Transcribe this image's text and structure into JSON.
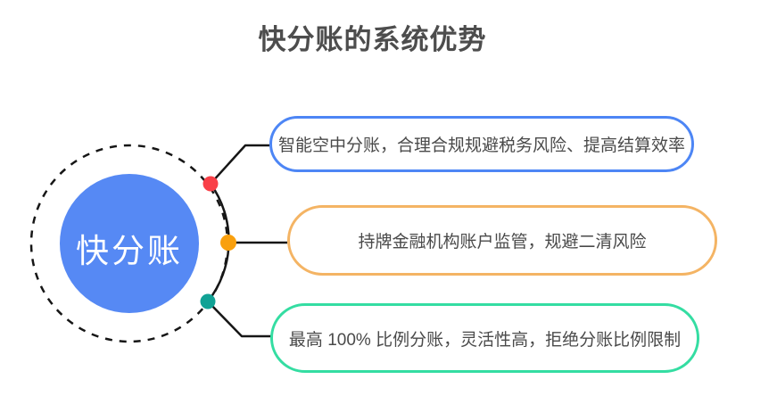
{
  "title": {
    "text": "快分账的系统优势",
    "color": "#4d4d4d"
  },
  "root": {
    "label": "快分账",
    "fill": "#5689f4",
    "text_color": "#ffffff"
  },
  "line_color": "#161616",
  "branches": [
    {
      "label": "智能空中分账，合理合规规避税务风险、提高结算效率",
      "border_color": "#4d86f5",
      "dot_color": "#f94048"
    },
    {
      "label": "持牌金融机构账户监管，规避二清风险",
      "border_color": "#f4b464",
      "dot_color": "#f9a00e"
    },
    {
      "label": "最高 100% 比例分账，灵活性高，拒绝分账比例限制",
      "border_color": "#34dda2",
      "dot_color": "#11a295"
    }
  ]
}
